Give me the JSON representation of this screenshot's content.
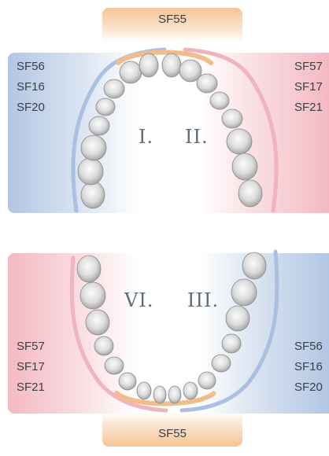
{
  "top_tab": "SF55",
  "bottom_tab": "SF55",
  "upper_left_codes": [
    "SF56",
    "SF16",
    "SF20"
  ],
  "upper_right_codes": [
    "SF57",
    "SF17",
    "SF21"
  ],
  "lower_left_codes": [
    "SF57",
    "SF17",
    "SF21"
  ],
  "lower_right_codes": [
    "SF56",
    "SF16",
    "SF20"
  ],
  "quadrants": {
    "upper_left": "I.",
    "upper_right": "II.",
    "lower_right": "III.",
    "lower_left": "VI."
  },
  "colors": {
    "blue": "#a9c0e2",
    "pink": "#f1b3bd",
    "orange": "#f1bd8a",
    "tooth": "#e6e6e6"
  }
}
